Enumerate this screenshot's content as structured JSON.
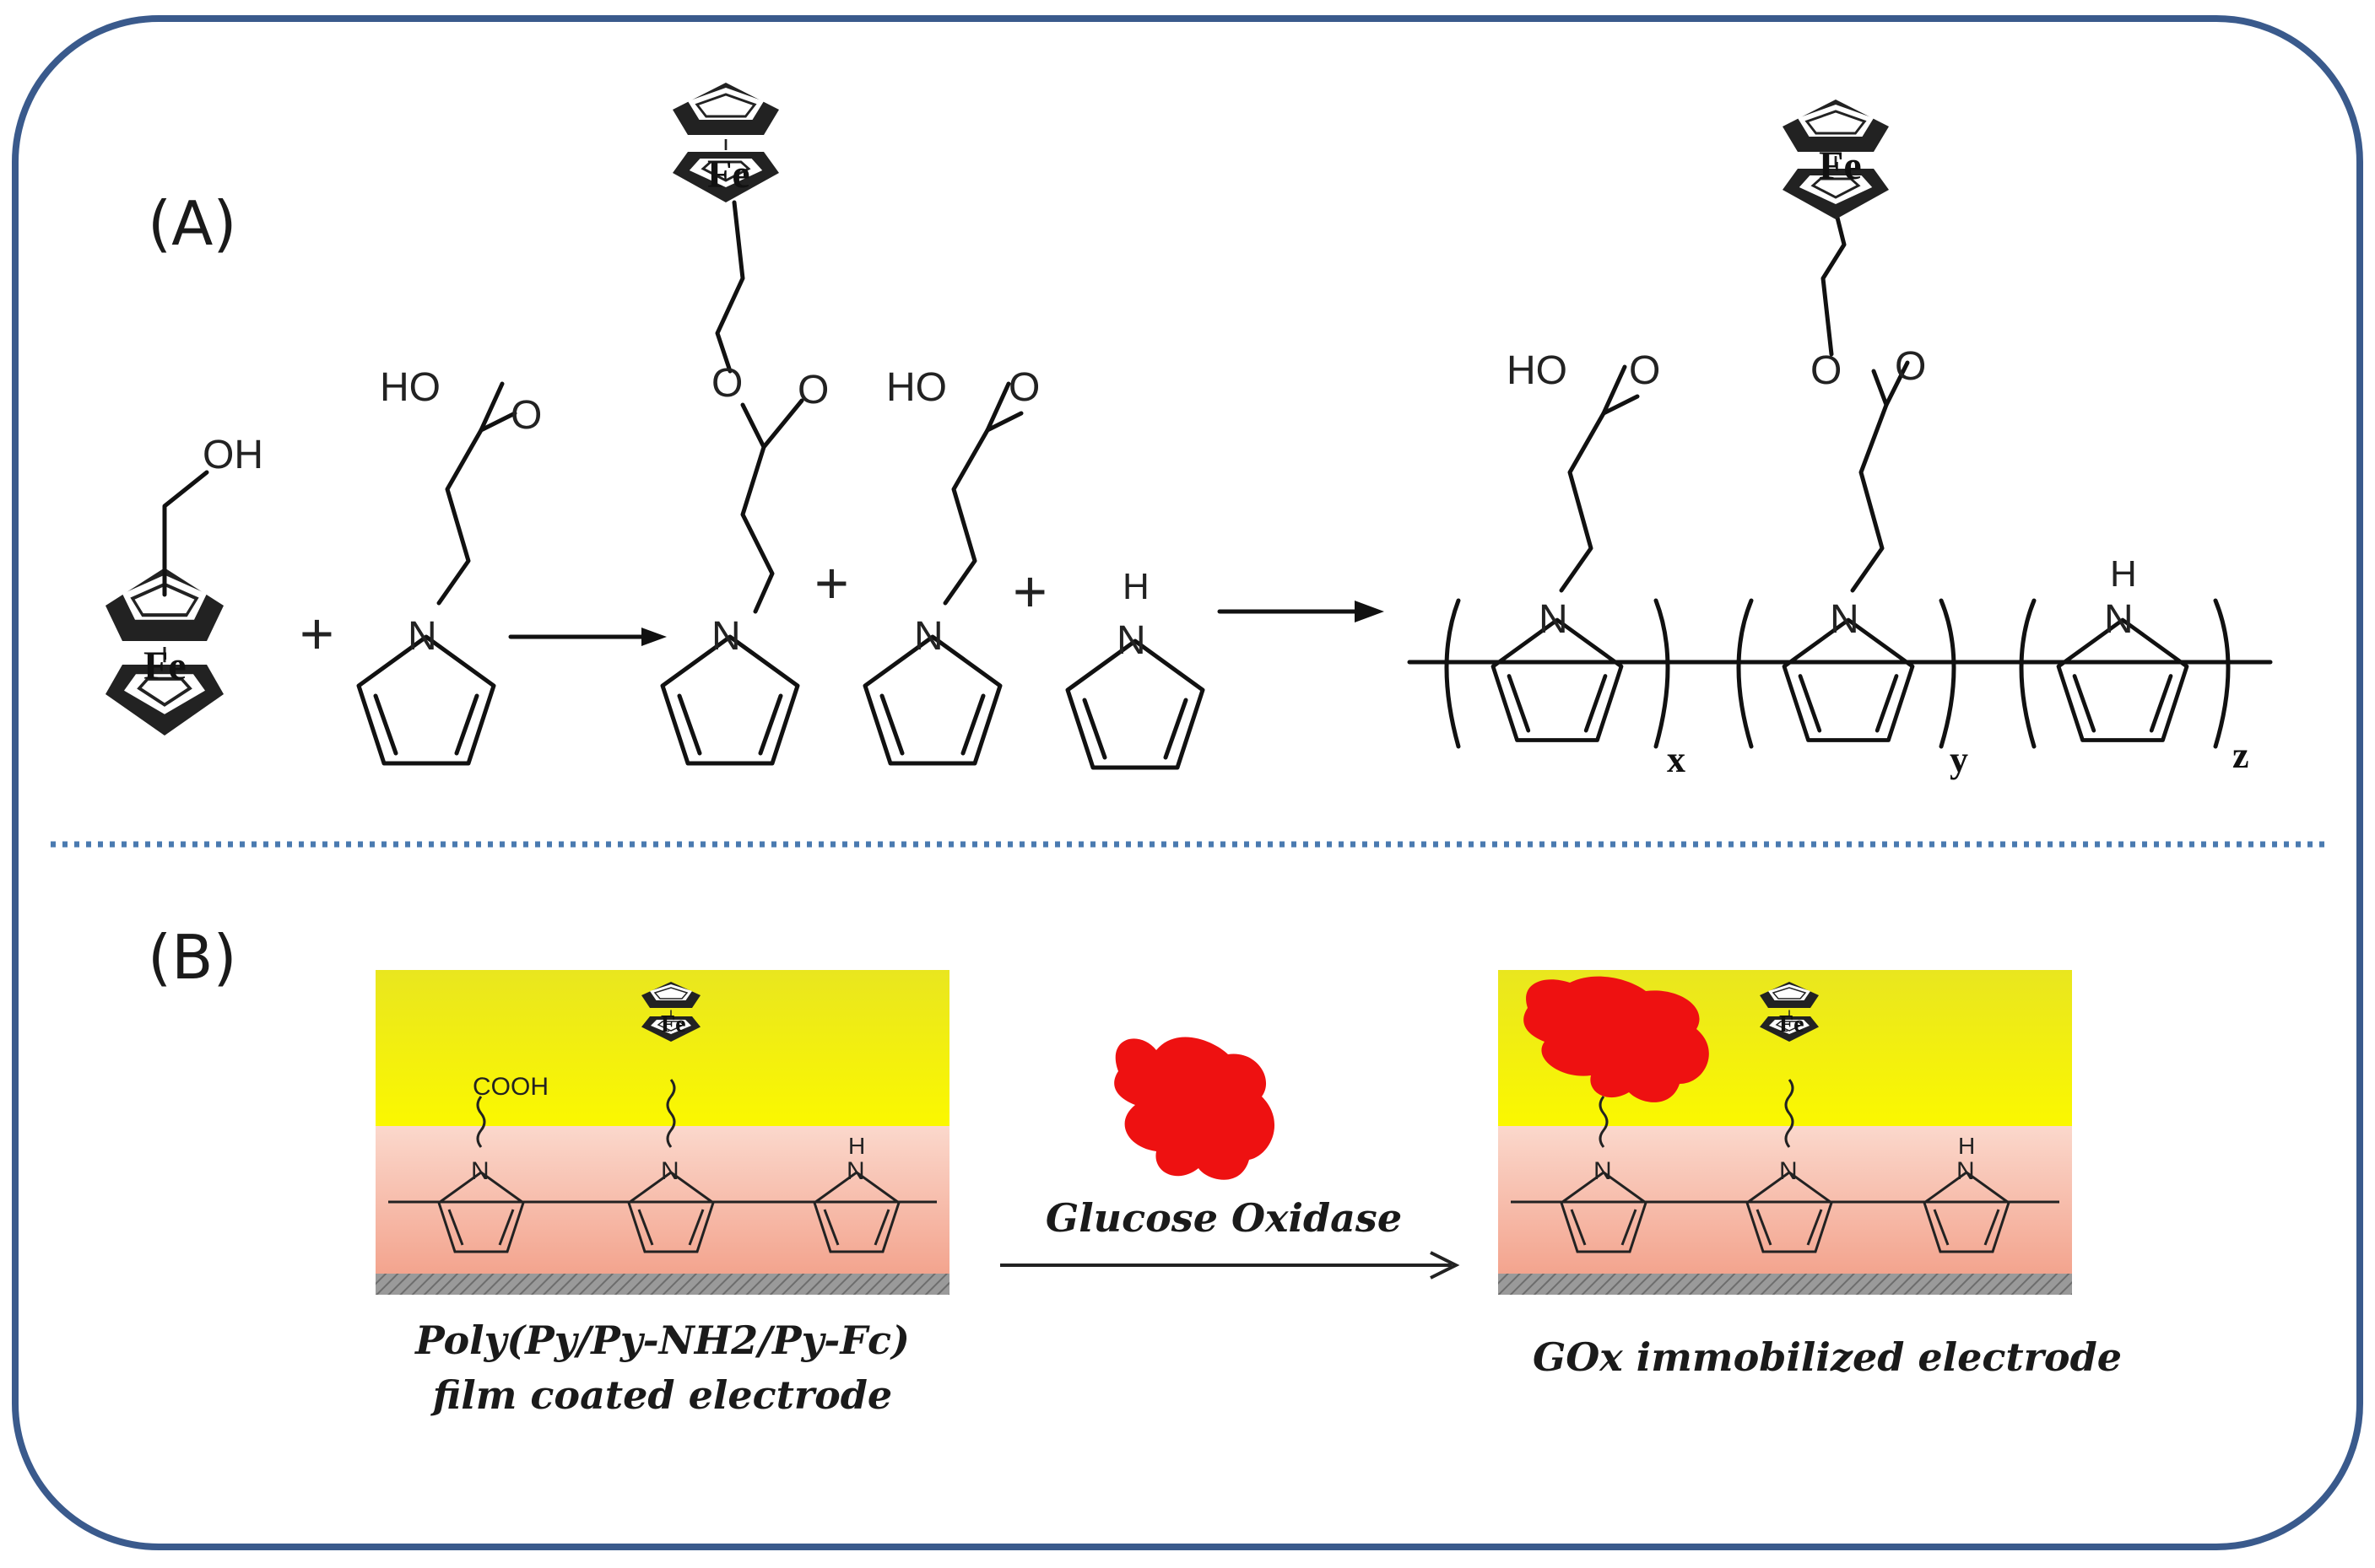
{
  "panels": {
    "a_label": "(A)",
    "b_label": "(B)"
  },
  "atoms": {
    "oh": "OH",
    "ho": "HO",
    "o": "O",
    "n": "N",
    "h": "H",
    "fe": "Fe",
    "cooh": "COOH",
    "plus": "+"
  },
  "subscripts": {
    "x": "x",
    "y": "y",
    "z": "z"
  },
  "panel_b": {
    "reagent_label": "Glucose Oxidase",
    "left_caption_line1": "Poly(Py/Py-NH2/Py-Fc)",
    "left_caption_line2": "film coated electrode",
    "right_caption": "GOx immobilized  electrode"
  },
  "colors": {
    "frame_border": "#3a5a8c",
    "divider": "#4a7ab0",
    "film_yellow": "#f2ee00",
    "film_pink": "#f7b8a6",
    "substrate_gray": "#8a8a8a",
    "enzyme_red": "#ee1111"
  }
}
